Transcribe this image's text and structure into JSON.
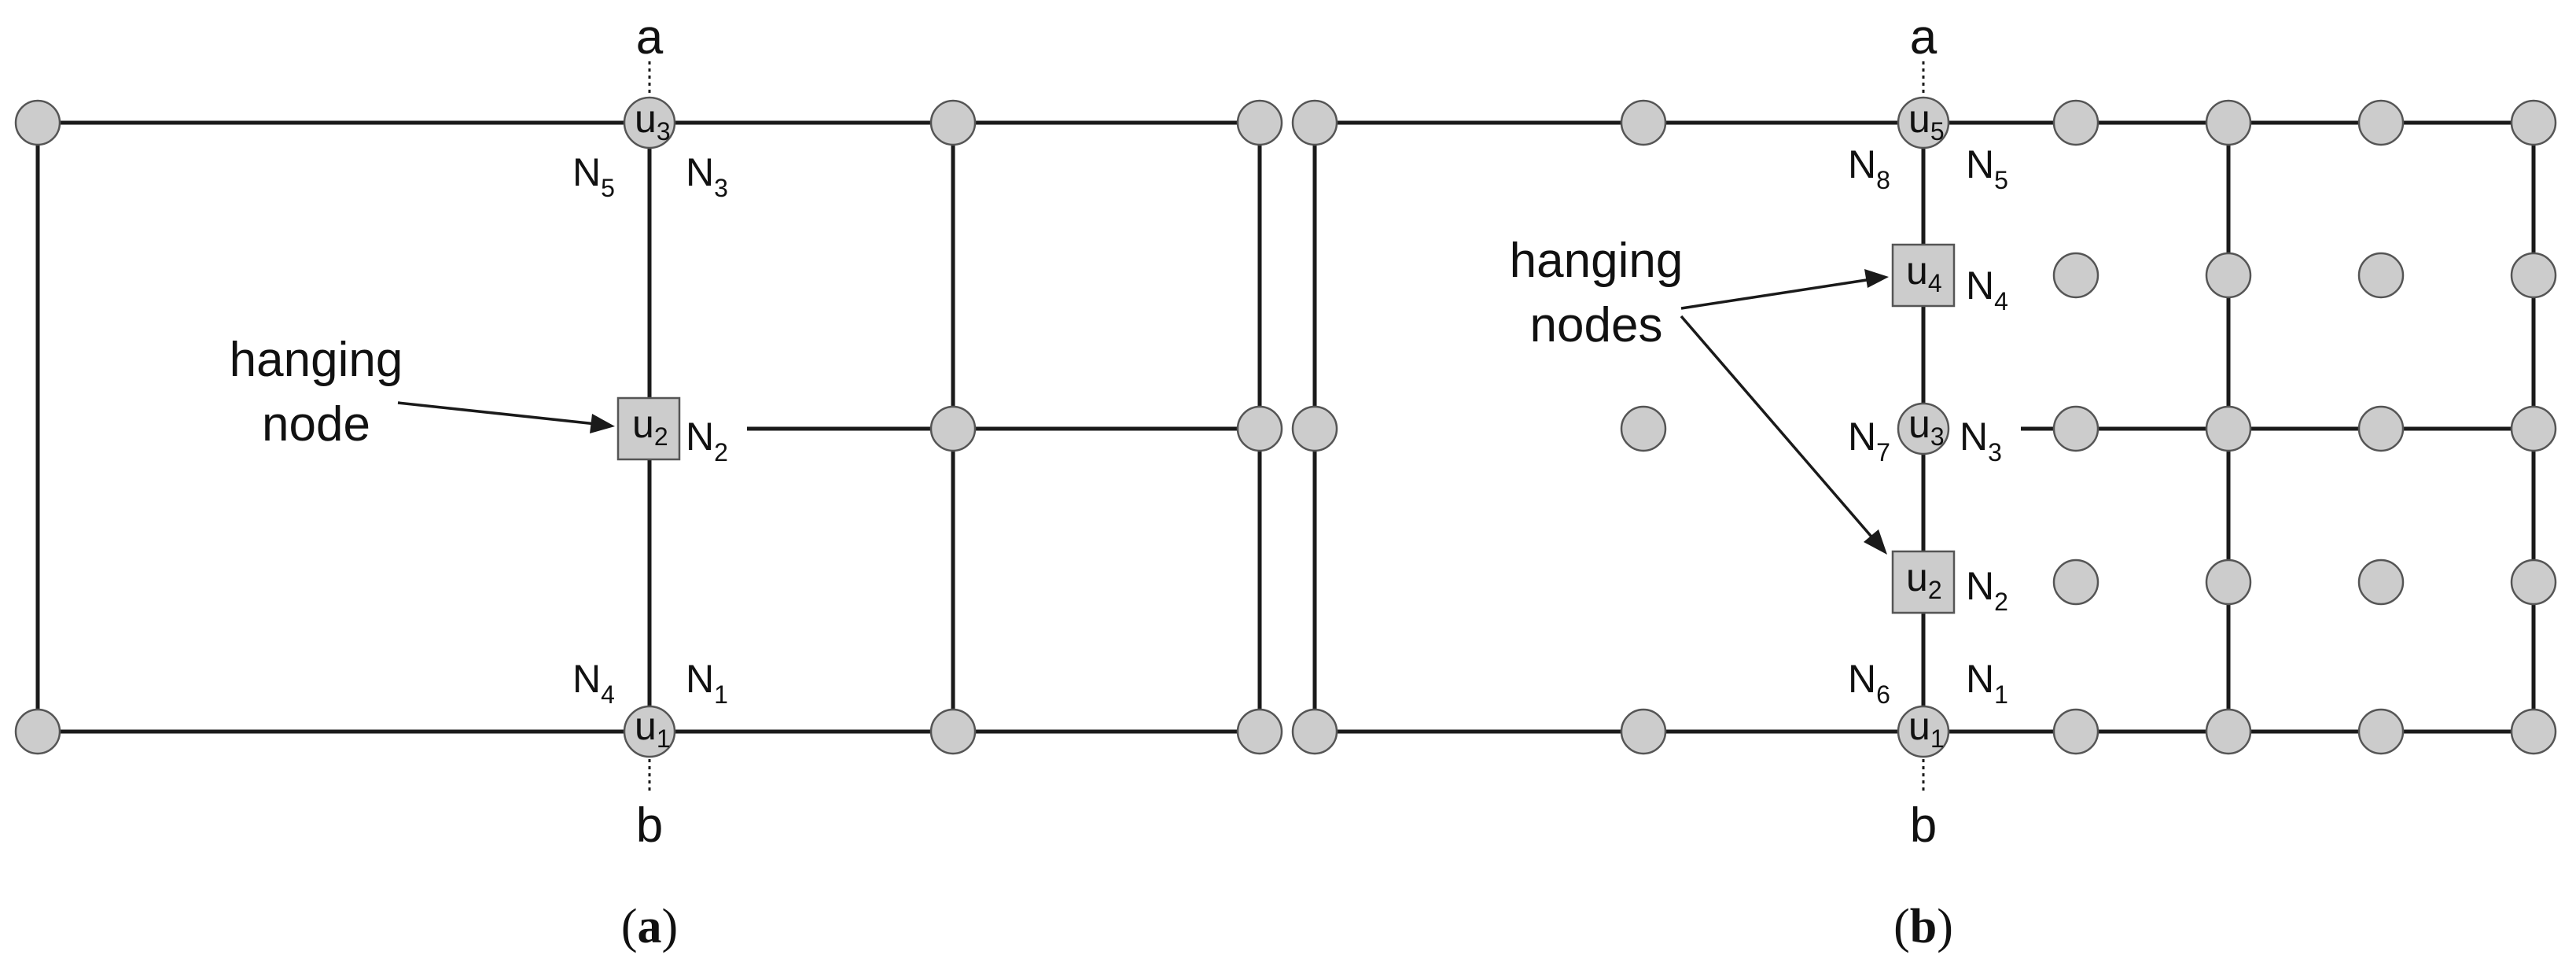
{
  "panel_a": {
    "caption_open": "(",
    "caption_letter": "a",
    "caption_close": ")",
    "top_label": "a",
    "bottom_label": "b",
    "annotation_line1": "hanging",
    "annotation_line2": "node",
    "u_labels": [
      {
        "base": "u",
        "sub": "3"
      },
      {
        "base": "u",
        "sub": "2"
      },
      {
        "base": "u",
        "sub": "1"
      }
    ],
    "n_labels": [
      {
        "base": "N",
        "sub": "5"
      },
      {
        "base": "N",
        "sub": "3"
      },
      {
        "base": "N",
        "sub": "2"
      },
      {
        "base": "N",
        "sub": "4"
      },
      {
        "base": "N",
        "sub": "1"
      }
    ]
  },
  "panel_b": {
    "caption_open": "(",
    "caption_letter": "b",
    "caption_close": ")",
    "top_label": "a",
    "bottom_label": "b",
    "annotation_line1": "hanging",
    "annotation_line2": "nodes",
    "u_labels": [
      {
        "base": "u",
        "sub": "5"
      },
      {
        "base": "u",
        "sub": "4"
      },
      {
        "base": "u",
        "sub": "3"
      },
      {
        "base": "u",
        "sub": "2"
      },
      {
        "base": "u",
        "sub": "1"
      }
    ],
    "n_labels": [
      {
        "base": "N",
        "sub": "8"
      },
      {
        "base": "N",
        "sub": "5"
      },
      {
        "base": "N",
        "sub": "4"
      },
      {
        "base": "N",
        "sub": "7"
      },
      {
        "base": "N",
        "sub": "3"
      },
      {
        "base": "N",
        "sub": "2"
      },
      {
        "base": "N",
        "sub": "6"
      },
      {
        "base": "N",
        "sub": "1"
      }
    ]
  }
}
